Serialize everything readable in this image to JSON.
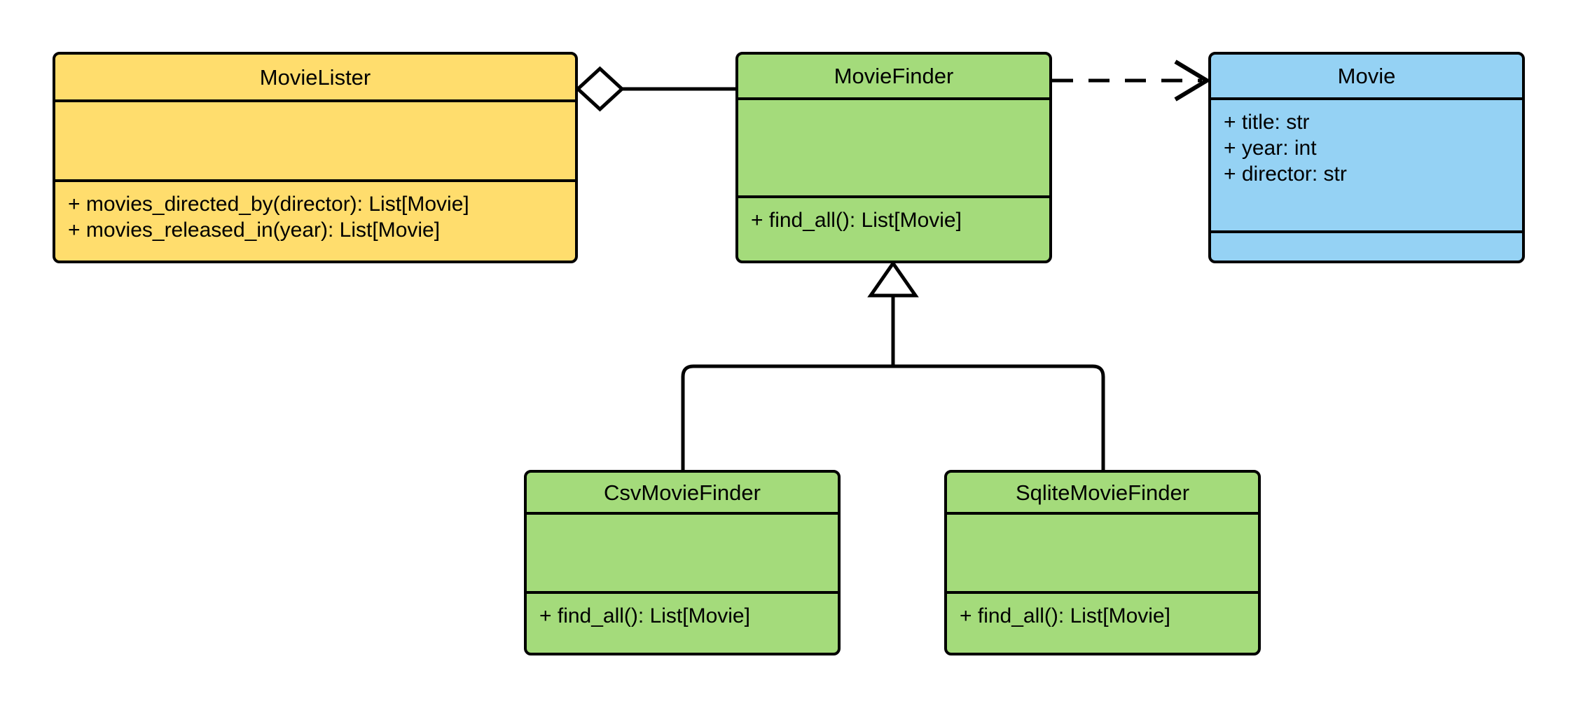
{
  "diagram": {
    "kind": "uml-class-diagram",
    "title": "MovieLister dependency-injection class diagram",
    "background": "#ffffff",
    "colors": {
      "yellow": "#ffdd6d",
      "green": "#a4db7b",
      "blue": "#95d2f4",
      "stroke": "#000000",
      "text": "#000000"
    },
    "classes": [
      {
        "id": "movielister",
        "name": "MovieLister",
        "fill": "#ffdd6d",
        "attributes": [],
        "methods": [
          "+ movies_directed_by(director): List[Movie]",
          "+ movies_released_in(year): List[Movie]"
        ]
      },
      {
        "id": "moviefinder",
        "name": "MovieFinder",
        "fill": "#a4db7b",
        "attributes": [],
        "methods": [
          "+ find_all(): List[Movie]"
        ]
      },
      {
        "id": "movie",
        "name": "Movie",
        "fill": "#95d2f4",
        "attributes": [
          "+ title: str",
          "+ year: int",
          "+ director: str"
        ],
        "methods": []
      },
      {
        "id": "csvmoviefinder",
        "name": "CsvMovieFinder",
        "fill": "#a4db7b",
        "attributes": [],
        "methods": [
          "+ find_all(): List[Movie]"
        ]
      },
      {
        "id": "sqlitemoviefinder",
        "name": "SqliteMovieFinder",
        "fill": "#a4db7b",
        "attributes": [],
        "methods": [
          "+ find_all(): List[Movie]"
        ]
      }
    ],
    "relationships": [
      {
        "id": "aggregation-movielister-moviefinder",
        "type": "aggregation",
        "from": "MovieLister",
        "to": "MovieFinder",
        "marker": "hollow-diamond",
        "line": "solid",
        "label": ""
      },
      {
        "id": "dependency-moviefinder-movie",
        "type": "dependency",
        "from": "MovieFinder",
        "to": "Movie",
        "marker": "open-arrow",
        "line": "dashed",
        "label": ""
      },
      {
        "id": "generalization-csvmoviefinder-moviefinder",
        "type": "generalization",
        "from": "CsvMovieFinder",
        "to": "MovieFinder",
        "marker": "hollow-triangle",
        "line": "solid",
        "label": ""
      },
      {
        "id": "generalization-sqlitemoviefinder-moviefinder",
        "type": "generalization",
        "from": "SqliteMovieFinder",
        "to": "MovieFinder",
        "marker": "hollow-triangle",
        "line": "solid",
        "label": ""
      }
    ]
  }
}
